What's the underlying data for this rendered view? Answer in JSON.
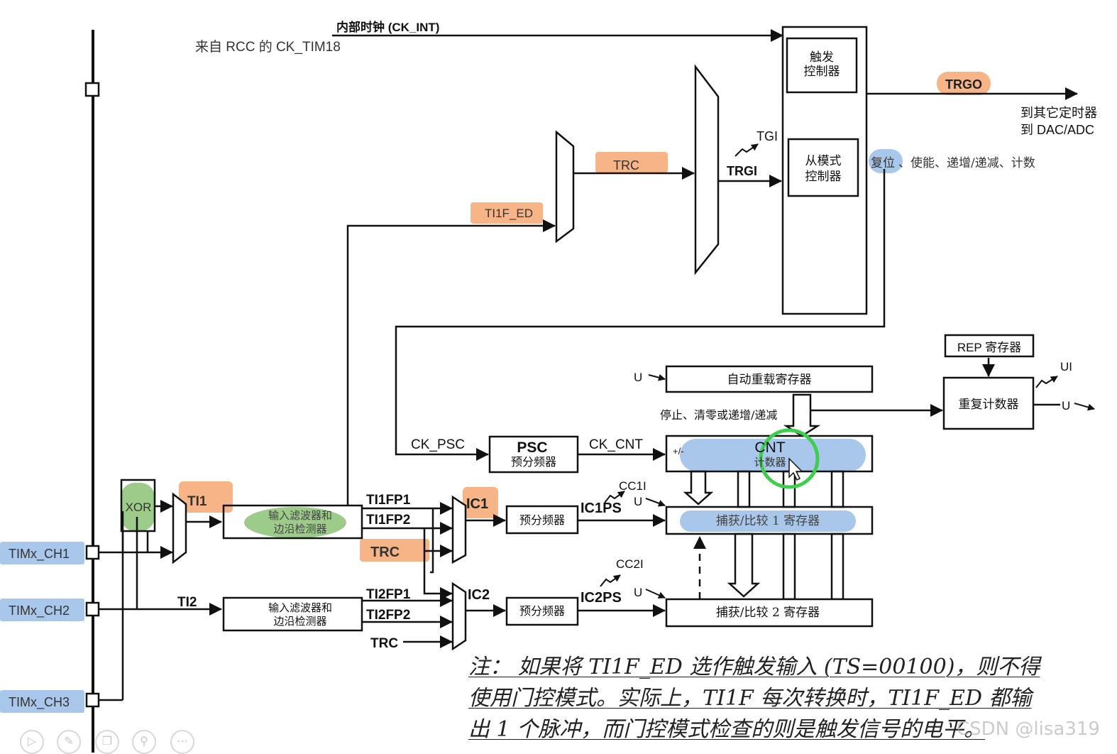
{
  "labels": {
    "ck_int": "内部时钟 (CK_INT)",
    "rcc_source": "来自 RCC 的 CK_TIM18",
    "trigger_controller_1": "触发",
    "trigger_controller_2": "控制器",
    "slave_controller_1": "从模式",
    "slave_controller_2": "控制器",
    "trgo": "TRGO",
    "to_other_timers": "到其它定时器",
    "to_dac_adc": "到 DAC/ADC",
    "reset_highlight": "复位",
    "reset_rest": "、使能、递增/递减、计数",
    "tgi": "TGI",
    "trgi": "TRGI",
    "trc_top": "TRC",
    "ti1f_ed": "TI1F_ED",
    "rep_register": "REP 寄存器",
    "repetition_counter": "重复计数器",
    "ui": "UI",
    "u_rep_out": "U",
    "auto_reload": "自动重载寄存器",
    "u_arr": "U",
    "stop_clear": "停止、清零或递增/递减",
    "ck_psc": "CK_PSC",
    "psc": "PSC",
    "psc_sub": "预分频器",
    "ck_cnt": "CK_CNT",
    "cnt": "CNT",
    "cnt_sub": "计数器",
    "plus_minus": "+/-",
    "cc1i": "CC1I",
    "cc2i": "CC2I",
    "ic1ps": "IC1PS",
    "ic2ps": "IC2PS",
    "u_cc1": "U",
    "u_cc2": "U",
    "capture1": "捕获/比较 1 寄存器",
    "capture2": "捕获/比较 2 寄存器",
    "prescaler": "预分频器",
    "ic1": "IC1",
    "ic2": "IC2",
    "ti1fp1": "TI1FP1",
    "ti1fp2": "TI1FP2",
    "ti2fp1": "TI2FP1",
    "ti2fp2": "TI2FP2",
    "trc_mid": "TRC",
    "trc_bottom": "TRC",
    "filter_line1": "输入滤波器和",
    "filter_line2": "边沿检测器",
    "ti1": "TI1",
    "ti2": "TI2",
    "xor": "XOR",
    "ch1": "TIMx_CH1",
    "ch2": "TIMx_CH2",
    "ch3": "TIMx_CH3"
  },
  "note": {
    "line1": "注：  如果将 TI1F_ED 选作触发输入 (TS=00100)，则不得",
    "line2": "使用门控模式。实际上，TI1F 每次转换时，TI1F_ED 都输",
    "line3": "出 1 个脉冲，而门控模式检查的则是触发信号的电平。"
  },
  "watermark": "CSDN @lisa319",
  "colors": {
    "orange_highlight": "#f7b487",
    "blue_highlight": "#a9c7ea",
    "green_highlight": "#9ccb8a",
    "cursor_ring": "#3ccf4e",
    "line": "#111111"
  },
  "toolbar_icons": [
    "play-icon",
    "pen-icon",
    "copy-icon",
    "zoom-icon",
    "more-icon"
  ]
}
